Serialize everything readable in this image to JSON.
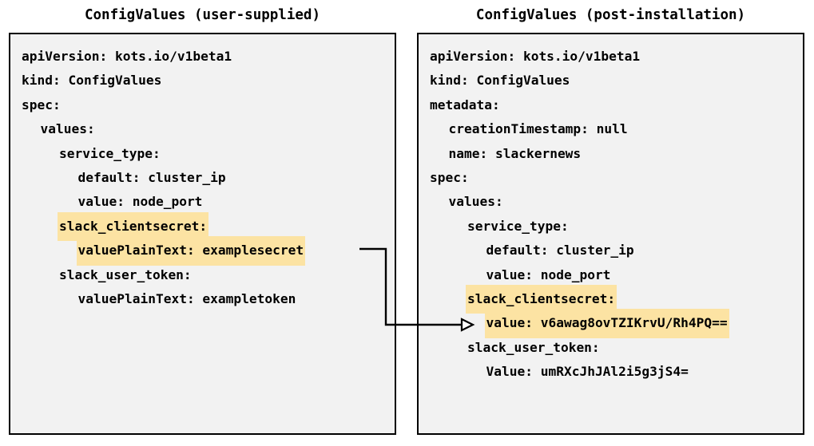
{
  "figure": {
    "type": "diagram",
    "background": "#ffffff",
    "panel_background": "#f2f2f2",
    "border_color": "#000000",
    "highlight_color": "#fce3a3",
    "text_color": "#000000"
  },
  "panels": [
    {
      "id": "user-supplied",
      "title": "ConfigValues (user-supplied)",
      "lines": [
        {
          "indent": 0,
          "text": "apiVersion: kots.io/v1beta1",
          "highlight": false
        },
        {
          "indent": 0,
          "text": "kind: ConfigValues",
          "highlight": false
        },
        {
          "indent": 0,
          "text": "spec:",
          "highlight": false
        },
        {
          "indent": 1,
          "text": "values:",
          "highlight": false
        },
        {
          "indent": 2,
          "text": "service_type:",
          "highlight": false
        },
        {
          "indent": 3,
          "text": "default: cluster_ip",
          "highlight": false
        },
        {
          "indent": 3,
          "text": "value: node_port",
          "highlight": false
        },
        {
          "indent": 2,
          "text": "slack_clientsecret:",
          "highlight": true
        },
        {
          "indent": 3,
          "text": "valuePlainText: examplesecret",
          "highlight": true
        },
        {
          "indent": 2,
          "text": "slack_user_token:",
          "highlight": false
        },
        {
          "indent": 3,
          "text": "valuePlainText: exampletoken",
          "highlight": false
        }
      ]
    },
    {
      "id": "post-installation",
      "title": "ConfigValues (post-installation)",
      "lines": [
        {
          "indent": 0,
          "text": "apiVersion: kots.io/v1beta1",
          "highlight": false
        },
        {
          "indent": 0,
          "text": "kind: ConfigValues",
          "highlight": false
        },
        {
          "indent": 0,
          "text": "metadata:",
          "highlight": false
        },
        {
          "indent": 1,
          "text": "creationTimestamp: null",
          "highlight": false
        },
        {
          "indent": 1,
          "text": "name: slackernews",
          "highlight": false
        },
        {
          "indent": 0,
          "text": "spec:",
          "highlight": false
        },
        {
          "indent": 1,
          "text": "values:",
          "highlight": false
        },
        {
          "indent": 2,
          "text": "service_type:",
          "highlight": false
        },
        {
          "indent": 3,
          "text": "default: cluster_ip",
          "highlight": false
        },
        {
          "indent": 3,
          "text": "value: node_port",
          "highlight": false
        },
        {
          "indent": 2,
          "text": "slack_clientsecret:",
          "highlight": true
        },
        {
          "indent": 3,
          "text": "value: v6awag8ovTZIKrvU/Rh4PQ==",
          "highlight": true
        },
        {
          "indent": 2,
          "text": "slack_user_token:",
          "highlight": false
        },
        {
          "indent": 3,
          "text": "Value: umRXcJhJAl2i5g3jS4=",
          "highlight": false
        }
      ]
    }
  ],
  "connector": {
    "name": "encryption-mapping-arrow",
    "from_label": "valuePlainText: examplesecret",
    "to_label": "value: v6awag8ovTZIKrvU/Rh4PQ==",
    "color": "#000000",
    "arrowhead": "open-triangle"
  }
}
